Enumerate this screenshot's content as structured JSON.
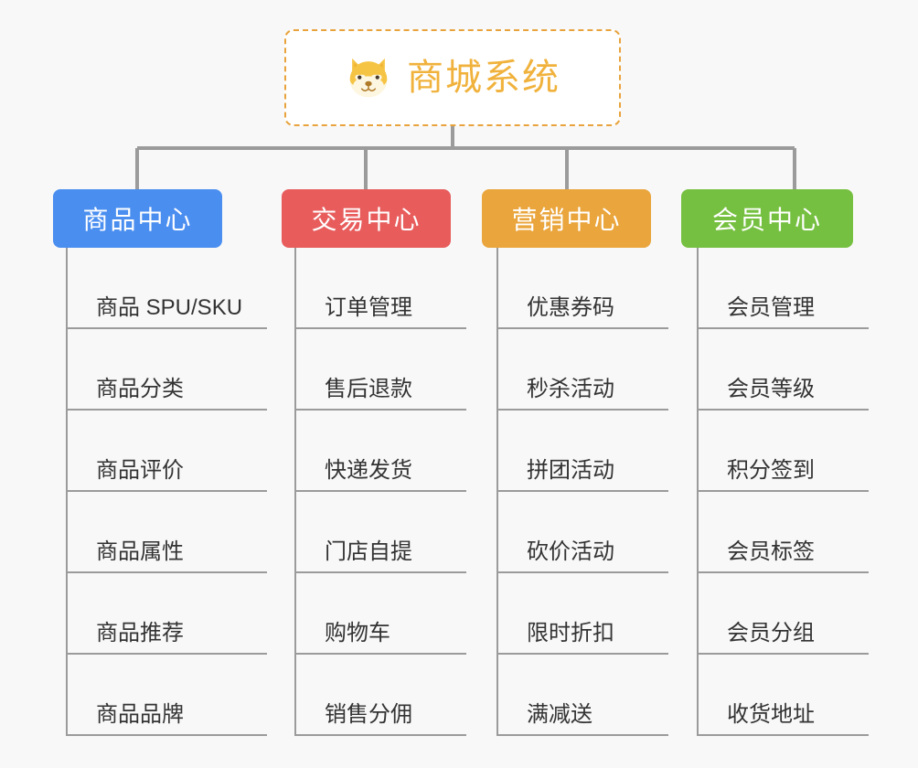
{
  "background_color": "#f8f8f8",
  "root": {
    "title": "商城系统",
    "icon": "shiba-dog-face-icon",
    "text_color": "#f0b23c",
    "border_color": "#e8a33d",
    "fill_color": "#ffffff"
  },
  "connector": {
    "color": "#9b9b9b"
  },
  "branches": [
    {
      "label": "商品中心",
      "color": "#4a8ef0",
      "items": [
        "商品 SPU/SKU",
        "商品分类",
        "商品评价",
        "商品属性",
        "商品推荐",
        "商品品牌"
      ]
    },
    {
      "label": "交易中心",
      "color": "#e85c5c",
      "items": [
        "订单管理",
        "售后退款",
        "快递发货",
        "门店自提",
        "购物车",
        "销售分佣"
      ]
    },
    {
      "label": "营销中心",
      "color": "#eaa53c",
      "items": [
        "优惠券码",
        "秒杀活动",
        "拼团活动",
        "砍价活动",
        "限时折扣",
        "满减送"
      ]
    },
    {
      "label": "会员中心",
      "color": "#76c041",
      "items": [
        "会员管理",
        "会员等级",
        "积分签到",
        "会员标签",
        "会员分组",
        "收货地址"
      ]
    }
  ]
}
